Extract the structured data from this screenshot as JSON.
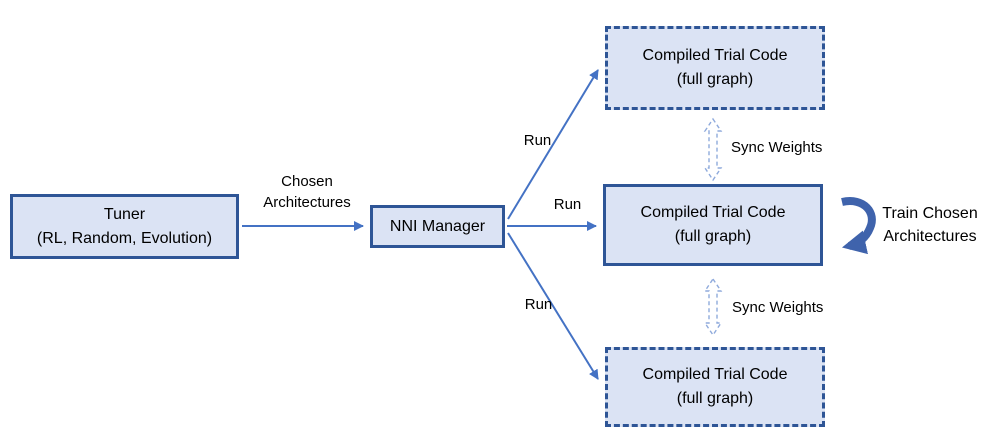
{
  "diagram": {
    "colors": {
      "box_fill": "#dbe3f4",
      "box_border": "#2e5596",
      "arrow": "#4472c4",
      "curve_arrow": "#3f63ac",
      "sync_arrow": "#8faadc",
      "text": "#000000"
    },
    "nodes": {
      "tuner": {
        "label": "Tuner\n(RL, Random, Evolution)"
      },
      "nni_manager": {
        "label": "NNI Manager"
      },
      "trial_top": {
        "label": "Compiled Trial Code\n(full graph)"
      },
      "trial_middle": {
        "label": "Compiled Trial Code\n(full graph)"
      },
      "trial_bottom": {
        "label": "Compiled Trial Code\n(full graph)"
      }
    },
    "edge_labels": {
      "chosen_architectures": "Chosen\nArchitectures",
      "run": "Run",
      "sync_weights": "Sync Weights",
      "train_chosen": "Train Chosen\nArchitectures"
    }
  }
}
